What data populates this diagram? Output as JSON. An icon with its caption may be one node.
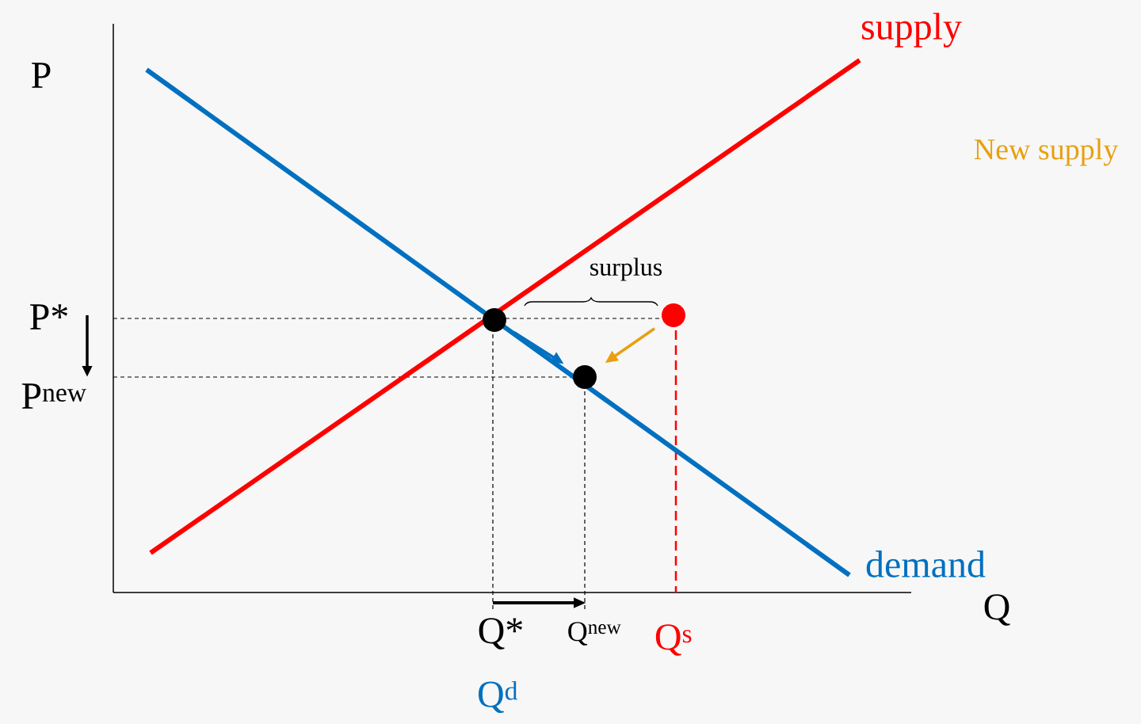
{
  "diagram": {
    "nodes": [
      {
        "text": [],
        "shape": "circle"
      },
      {
        "text": [],
        "shape": "circle"
      },
      {
        "text": [],
        "shape": "circle"
      }
    ],
    "edges": [
      {
        "from": 0,
        "to": 1,
        "arrow": "to",
        "color": "#0070c0"
      },
      {
        "from": 2,
        "to": 1,
        "arrow": "to",
        "color": "#e8a010"
      }
    ],
    "labels": [
      "P",
      "supply",
      "New supply",
      "surplus",
      "P*",
      "P$^{new}$",
      "demand",
      "Q",
      "Q*",
      "Q$^{new}$",
      "Q$^{s}$",
      "Q$^{d}$"
    ]
  }
}
